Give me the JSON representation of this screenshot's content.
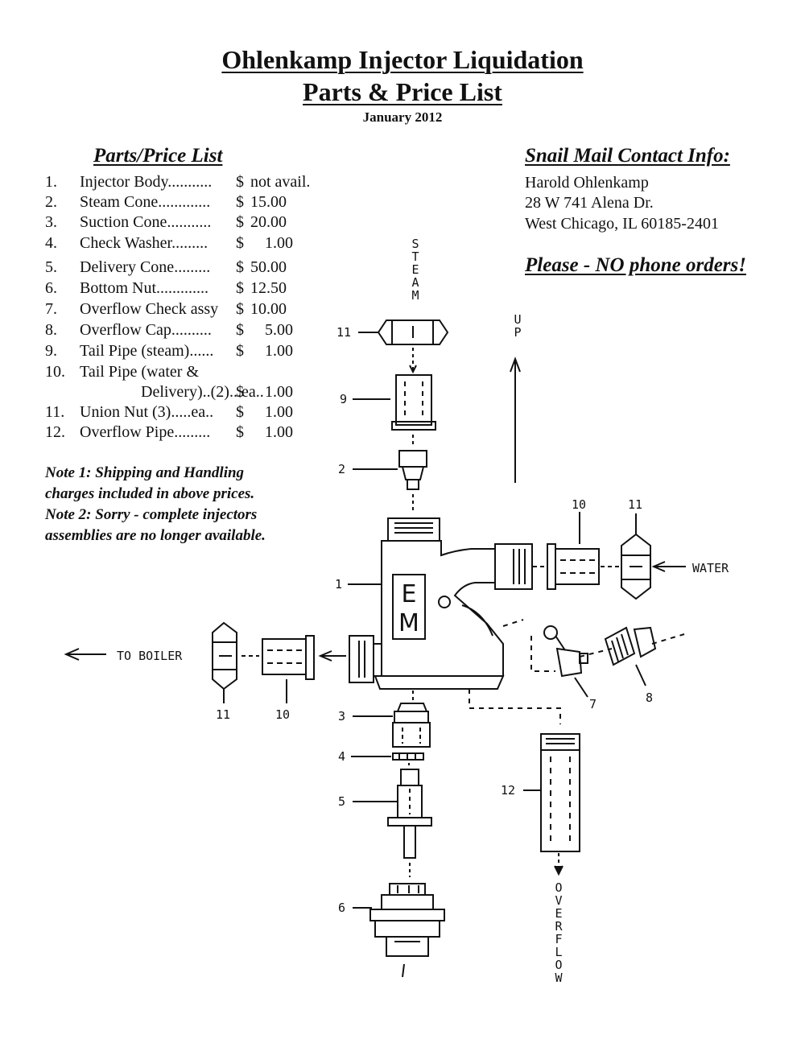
{
  "header": {
    "title": "Ohlenkamp Injector Liquidation",
    "subtitle": "Parts & Price List",
    "date": "January 2012"
  },
  "parts_list": {
    "heading": "Parts/Price List",
    "items": [
      {
        "num": "1.",
        "desc": "Injector Body...........",
        "cur": "$",
        "price": "not avail."
      },
      {
        "num": "2.",
        "desc": "Steam Cone.............",
        "cur": "$",
        "price": "15.00"
      },
      {
        "num": "3.",
        "desc": "Suction Cone...........",
        "cur": "$",
        "price": "20.00"
      },
      {
        "num": "4.",
        "desc": "Check Washer.........",
        "cur": "$",
        "price": "1.00"
      },
      {
        "num": "5.",
        "desc": "Delivery Cone.........",
        "cur": "$",
        "price": "50.00"
      },
      {
        "num": "6.",
        "desc": "Bottom Nut.............",
        "cur": "$",
        "price": "12.50"
      },
      {
        "num": "7.",
        "desc": "Overflow Check assy",
        "cur": "$",
        "price": "10.00"
      },
      {
        "num": "8.",
        "desc": "Overflow Cap..........",
        "cur": "$",
        "price": "5.00"
      },
      {
        "num": "9.",
        "desc": "Tail Pipe (steam)......",
        "cur": "$",
        "price": "1.00"
      },
      {
        "num": "10.",
        "desc": "Tail Pipe (water &",
        "cur": "",
        "price": ""
      },
      {
        "num": "",
        "desc": "Delivery)..(2)...ea..",
        "cur": "$",
        "price": "1.00"
      },
      {
        "num": "11.",
        "desc": "Union Nut (3).....ea..",
        "cur": "$",
        "price": "1.00"
      },
      {
        "num": "12.",
        "desc": "Overflow Pipe.........",
        "cur": "$",
        "price": "1.00"
      }
    ]
  },
  "notes": [
    "Note 1: Shipping and Handling",
    "charges included in above prices.",
    "Note 2: Sorry - complete injectors",
    "assemblies are no longer available."
  ],
  "contact": {
    "heading": "Snail Mail Contact Info:",
    "name": "Harold Ohlenkamp",
    "street": "28 W 741 Alena Dr.",
    "city": "West Chicago, IL  60185-2401",
    "warning": "Please - NO phone orders!"
  },
  "diagram": {
    "steam": "STEAM",
    "up": "UP",
    "water": "WATER",
    "to_boiler": "TO BOILER",
    "overflow": "OVERFLOW",
    "body_letter_top": "E",
    "body_letter_bottom": "M",
    "callouts": {
      "n1": "1",
      "n2": "2",
      "n3": "3",
      "n4": "4",
      "n5": "5",
      "n6": "6",
      "n7": "7",
      "n8": "8",
      "n9": "9",
      "n10a": "10",
      "n11a": "11",
      "n10b": "10",
      "n11b": "11",
      "n11c": "11",
      "n12": "12"
    }
  }
}
